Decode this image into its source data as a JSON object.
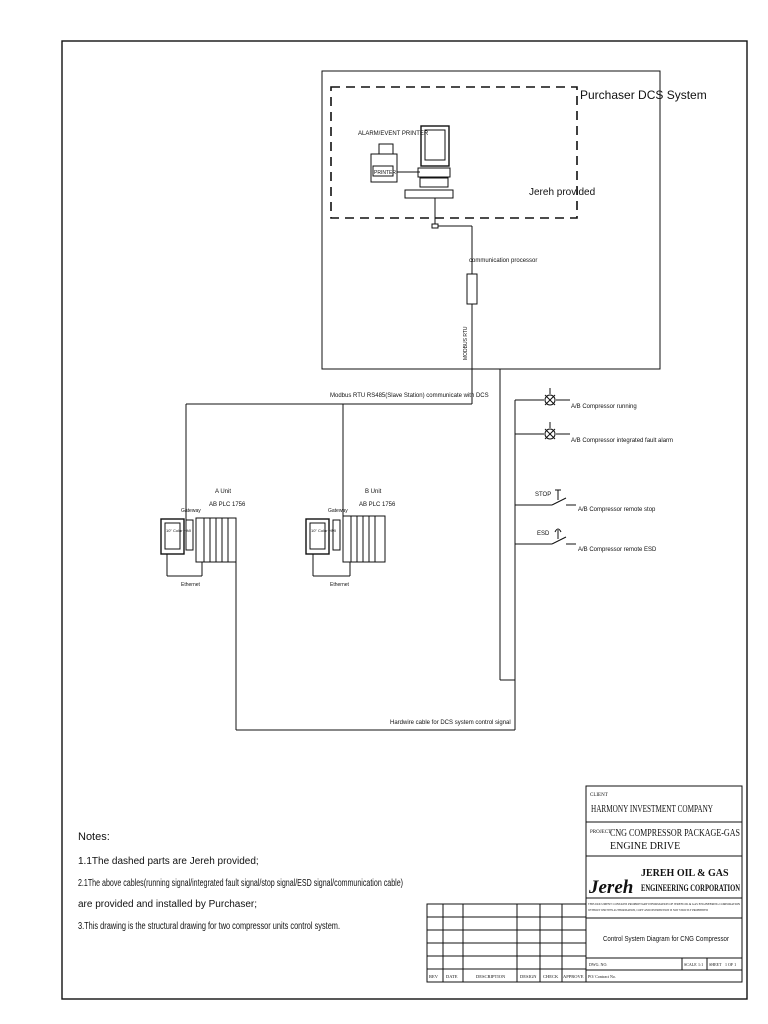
{
  "dcs": {
    "title": "Purchaser DCS System",
    "provided": "Jereh provided",
    "printer_caption": "ALARM/EVENT PRINTER",
    "printer_label": "PRINTER",
    "comm_processor": "communication processor",
    "modbus_vertical": "MODBUS RTU",
    "modbus_line": "Modbus RTU RS485(Slave Station) communicate with DCS"
  },
  "units": [
    {
      "title": "A Unit",
      "plc": "AB PLC 1756",
      "hmi": "10\" Color HMI",
      "gateway": "Gateway",
      "ethernet": "Ethernet"
    },
    {
      "title": "B Unit",
      "plc": "AB PLC 1756",
      "hmi": "10\" Color HMI",
      "gateway": "Gateway",
      "ethernet": "Ethernet"
    }
  ],
  "signals": {
    "running": "A/B Compressor running",
    "fault": "A/B Compressor integrated fault alarm",
    "stop_tag": "STOP",
    "stop": "A/B Compressor remote stop",
    "esd_tag": "ESD",
    "esd": "A/B Compressor remote ESD"
  },
  "hardwire_label": "Hardwire cable for DCS system control signal",
  "notes": {
    "heading": "Notes:",
    "lines": [
      "1.1The dashed parts are Jereh provided;",
      "2.1The above cables(running signal/integrated fault signal/stop signal/ESD signal/communication cable)",
      "are provided and installed by Purchaser;",
      "3.This drawing is the structural drawing for two compressor units control system."
    ]
  },
  "title_block": {
    "client_label": "CLIENT",
    "client": "HARMONY INVESTMENT COMPANY",
    "project_label": "PROJECT",
    "project_line1": "CNG COMPRESSOR PACKAGE-GAS",
    "project_line2": "ENGINE DRIVE",
    "logo": "Jereh",
    "company_line1": "JEREH OIL & GAS",
    "company_line2": "ENGINEERING CORPORATION",
    "fine_print1": "THIS DOCUMENT CONTAINS PROPRIETARY INFORMATION OF JEREH OIL & GAS ENGINEERING CORPORATION",
    "fine_print2": "WITHOUT WRITTEN AUTHORIZATION, COPY AND DISTRIBUTION IS NOT STRICTLY PROHIBITED",
    "drawing_title": "Control System Diagram for CNG Compressor",
    "dwg_no_label": "DWG. NO.",
    "scale_label": "SCALE",
    "scale_value": "1:1",
    "sheet_label": "SHEET",
    "sheet_value": "1 OF 1",
    "contract_label": "PO/ Contract No.",
    "rev_headers": [
      "REV",
      "DATE",
      "DESCRIPTION",
      "DESIGN",
      "CHECK",
      "APPROVE"
    ]
  }
}
